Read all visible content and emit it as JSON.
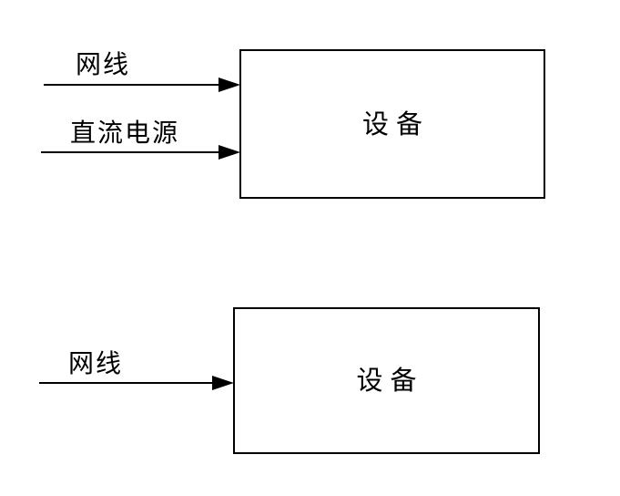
{
  "colors": {
    "background": "#ffffff",
    "line": "#000000",
    "text": "#000000"
  },
  "top_device": {
    "box_label": "设备",
    "inputs": [
      {
        "label": "网线"
      },
      {
        "label": "直流电源"
      }
    ]
  },
  "bottom_device": {
    "box_label": "设备",
    "inputs": [
      {
        "label": "网线"
      }
    ]
  }
}
